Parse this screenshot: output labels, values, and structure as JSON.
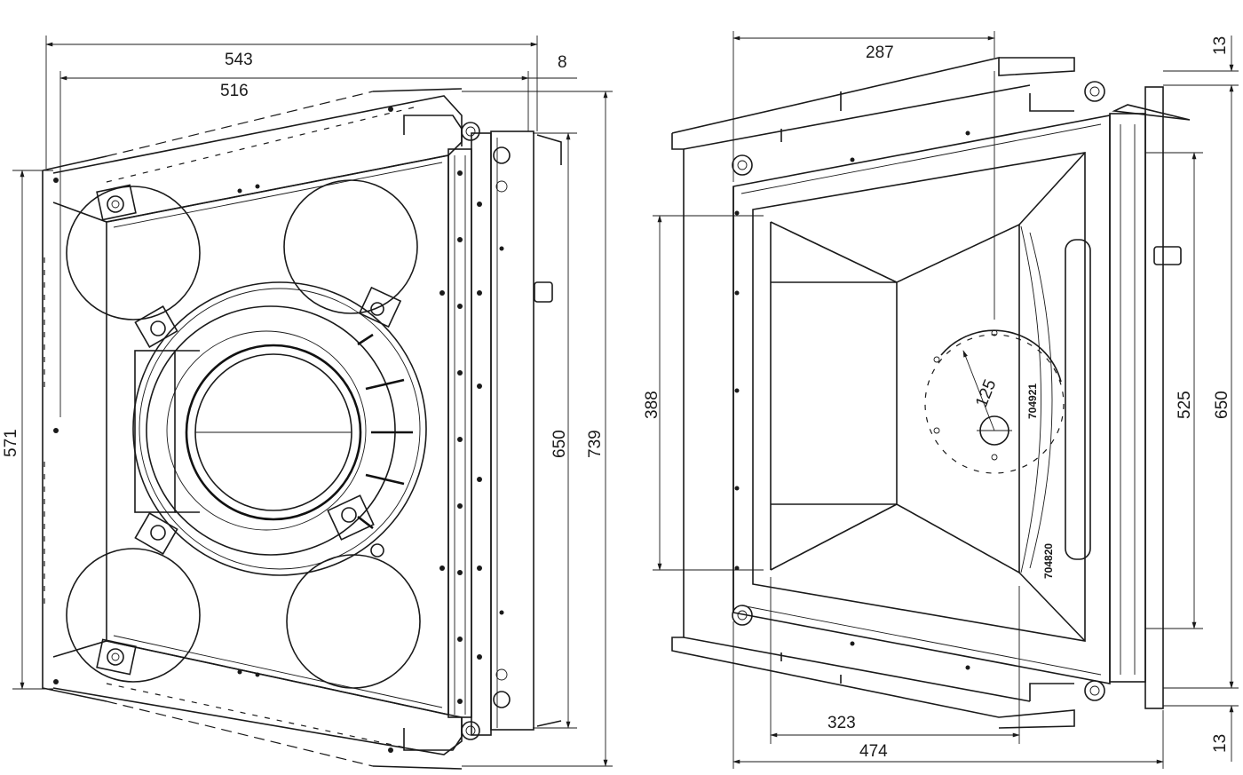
{
  "front_view": {
    "dimensions": {
      "overall_width": "543",
      "frame_offset": "8",
      "body_width": "516",
      "overall_height": "571",
      "frame_height": "650",
      "total_height": "739"
    }
  },
  "side_view": {
    "dimensions": {
      "top_depth": "287",
      "top_frame_offset": "13",
      "opening_height": "388",
      "outlet_diameter": "125",
      "inner_height": "525",
      "frame_height": "650",
      "bottom_depth_inner": "323",
      "bottom_depth_outer": "474",
      "bottom_frame_offset": "13"
    },
    "part_codes": {
      "upper": "704921",
      "lower": "704820"
    }
  }
}
